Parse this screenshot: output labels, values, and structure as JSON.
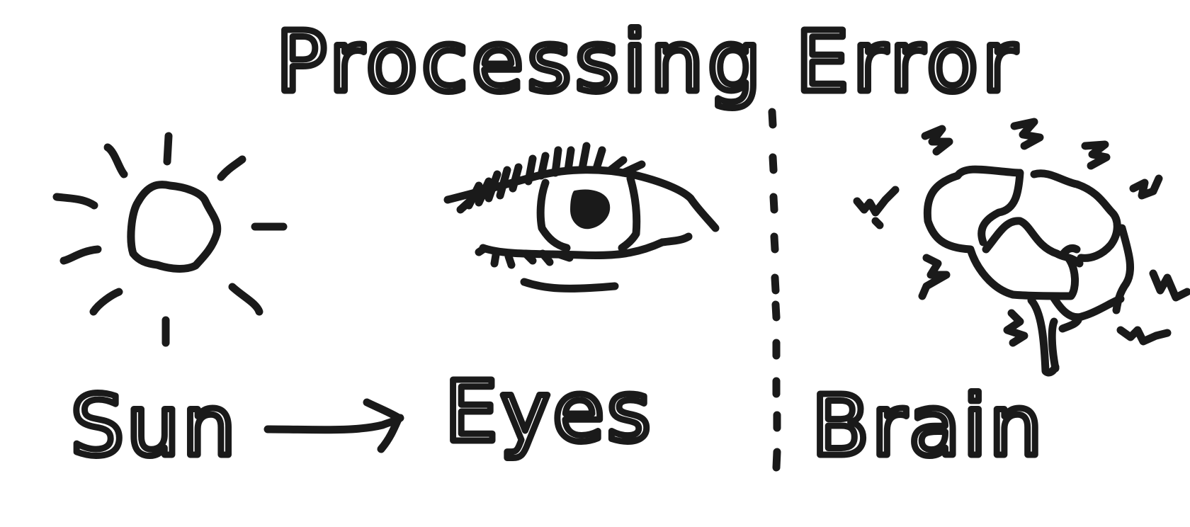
{
  "diagram": {
    "title": "Processing Error",
    "labels": {
      "sun": "Sun",
      "eyes": "Eyes",
      "brain": "Brain"
    },
    "icons": {
      "sun": "sun-icon",
      "eye": "eye-icon",
      "brain": "brain-icon",
      "arrow": "right-arrow-icon",
      "divider": "dashed-divider"
    },
    "colors": {
      "ink": "#1a1a1a",
      "background": "#ffffff"
    }
  }
}
